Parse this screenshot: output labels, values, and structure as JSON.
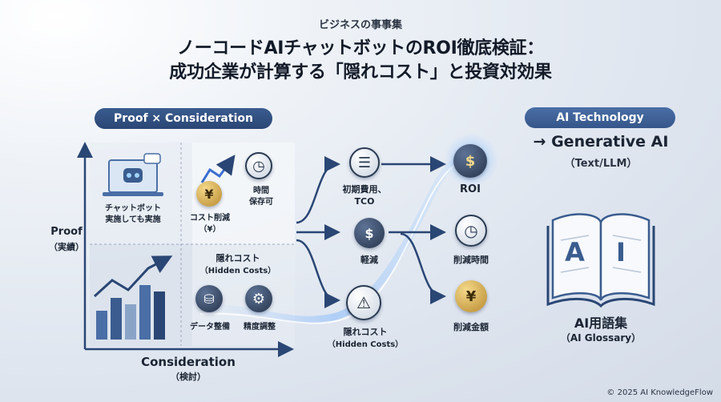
{
  "header": {
    "series": "ビジネスの事事集",
    "title_line1": "ノーコードAIチャットボットのROI徹底検証：",
    "title_line2": "成功企業が計算する「隠れコスト」と投資対効果"
  },
  "left_panel": {
    "pill": "Proof × Consideration",
    "y_axis": "Proof",
    "y_axis_sub": "（実績）",
    "x_axis": "Consideration",
    "x_axis_sub": "（検討）",
    "chatbot_label_1": "チャットボット",
    "chatbot_label_2": "実施しても実施",
    "cost_label_1": "コスト削減",
    "cost_label_2": "（¥）",
    "time_label_1": "時間",
    "time_label_2": "保存可",
    "hidden_label_1": "隠れコスト",
    "hidden_label_2": "（Hidden Costs）",
    "data_label": "データ整備",
    "tuning_label": "精度調整"
  },
  "flow": {
    "initial_1": "初期費用、",
    "initial_2": "TCO",
    "reduce": "軽減",
    "hidden_1": "隠れコスト",
    "hidden_2": "（Hidden Costs）",
    "roi": "ROI",
    "time_reduced": "削減時間",
    "amount_reduced": "削減金額"
  },
  "right_panel": {
    "pill": "AI Technology",
    "generative": "→ Generative AI",
    "generative_sub": "（Text/LLM）",
    "book_text": "A I",
    "glossary": "AI用語集",
    "glossary_sub": "（AI Glossary）"
  },
  "footer": {
    "copyright": "© 2025 AI KnowledgeFlow"
  },
  "colors": {
    "navy": "#2a4674",
    "accent_blue": "#4a6ea6",
    "gold": "#c99a3a",
    "glow": "#7fb6ff"
  }
}
